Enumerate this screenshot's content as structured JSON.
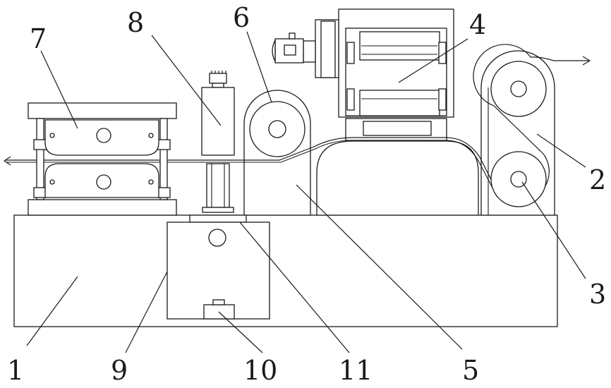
{
  "figure": {
    "colors": {
      "line": "#1a1a1a",
      "background": "#ffffff"
    },
    "labels": {
      "l1": "1",
      "l2": "2",
      "l3": "3",
      "l4": "4",
      "l5": "5",
      "l6": "6",
      "l7": "7",
      "l8": "8",
      "l9": "9",
      "l10": "10",
      "l11": "11"
    }
  }
}
